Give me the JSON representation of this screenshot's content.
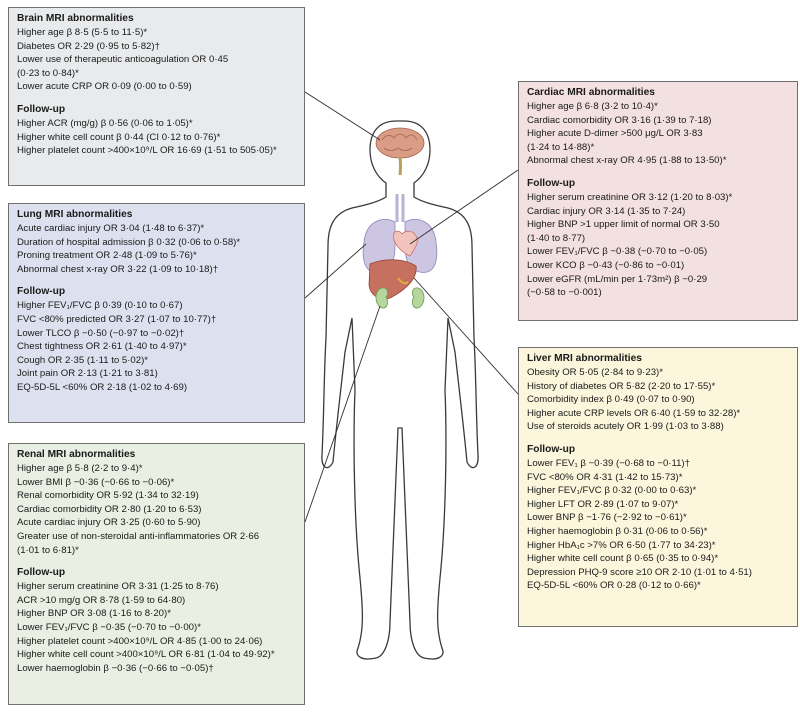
{
  "brain": {
    "title": "Brain MRI abnormalities",
    "items": [
      "Higher age β 8·5 (5·5 to 11·5)*",
      "Diabetes OR 2·29 (0·95 to 5·82)†",
      "Lower use of therapeutic anticoagulation OR 0·45",
      "(0·23 to 0·84)*",
      "Lower acute CRP OR 0·09 (0·00 to 0·59)"
    ],
    "followup_title": "Follow-up",
    "followup": [
      "Higher ACR (mg/g) β 0·56 (0·06 to 1·05)*",
      "Higher white cell count β 0·44 (CI 0·12 to 0·76)*",
      "Higher platelet count >400×10⁹/L OR 16·69 (1·51 to 505·05)*"
    ]
  },
  "lung": {
    "title": "Lung MRI abnormalities",
    "items": [
      "Acute cardiac injury OR 3·04 (1·48 to 6·37)*",
      "Duration of hospital admission β 0·32 (0·06 to 0·58)*",
      "Proning treatment OR 2·48 (1·09 to 5·76)*",
      "Abnormal chest x-ray OR 3·22 (1·09 to 10·18)†"
    ],
    "followup_title": "Follow-up",
    "followup": [
      "Higher FEV₁/FVC β 0·39 (0·10 to 0·67)",
      "FVC <80% predicted OR 3·27 (1·07 to 10·77)†",
      "Lower TLCO β −0·50 (−0·97 to −0·02)†",
      "Chest tightness OR 2·61 (1·40 to 4·97)*",
      "Cough OR 2·35 (1·11 to 5·02)*",
      "Joint pain OR 2·13 (1·21 to 3·81)",
      "EQ-5D-5L <60% OR 2·18 (1·02 to 4·69)"
    ]
  },
  "renal": {
    "title": "Renal MRI abnormalities",
    "items": [
      "Higher age β 5·8 (2·2 to 9·4)*",
      "Lower BMI β −0·36 (−0·66 to −0·06)*",
      "Renal comorbidity OR 5·92 (1·34 to 32·19)",
      "Cardiac comorbidity OR 2·80 (1·20 to 6·53)",
      "Acute cardiac injury OR 3·25 (0·60 to 5·90)",
      "Greater use of non-steroidal anti-inflammatories OR 2·66",
      "(1·01 to 6·81)*"
    ],
    "followup_title": "Follow-up",
    "followup": [
      "Higher serum creatinine OR 3·31 (1·25 to 8·76)",
      "ACR >10 mg/g OR 8·78 (1·59 to 64·80)",
      "Higher BNP OR 3·08 (1·16 to 8·20)*",
      "Lower FEV₁/FVC β −0·35 (−0·70 to −0·00)*",
      "Higher platelet count >400×10⁹/L OR 4·85 (1·00 to 24·06)",
      "Higher white cell count >400×10⁹/L OR 6·81 (1·04 to 49·92)*",
      "Lower haemoglobin β −0·36 (−0·66 to −0·05)†"
    ]
  },
  "cardiac": {
    "title": "Cardiac MRI abnormalities",
    "items": [
      "Higher age β 6·8 (3·2 to 10·4)*",
      "Cardiac comorbidity OR 3·16 (1·39 to 7·18)",
      "Higher acute D-dimer >500 μg/L OR 3·83",
      "(1·24 to 14·88)*",
      "Abnormal chest x-ray OR 4·95 (1·88 to 13·50)*"
    ],
    "followup_title": "Follow-up",
    "followup": [
      "Higher serum creatinine OR 3·12 (1·20 to 8·03)*",
      "Cardiac injury OR 3·14 (1·35 to 7·24)",
      "Higher BNP >1 upper limit of normal OR 3·50",
      "(1·40 to 8·77)",
      "Lower FEV₁/FVC β −0·38 (−0·70 to −0·05)",
      "Lower KCO β −0·43 (−0·86 to −0·01)",
      "Lower eGFR (mL/min per 1·73m²) β −0·29",
      "(−0·58 to −0·001)"
    ]
  },
  "liver": {
    "title": "Liver MRI abnormalities",
    "items": [
      "Obesity OR 5·05 (2·84 to 9·23)*",
      "History of diabetes OR 5·82 (2·20 to 17·55)*",
      "Comorbidity index β 0·49 (0·07 to 0·90)",
      "Higher acute CRP levels OR 6·40 (1·59 to 32·28)*",
      "Use of steroids acutely OR 1·99 (1·03 to 3·88)"
    ],
    "followup_title": "Follow-up",
    "followup": [
      "Lower FEV₁ β −0·39 (−0·68 to −0·11)†",
      "FVC <80% OR 4·31 (1·42 to 15·73)*",
      "Higher FEV₁/FVC β 0·32 (0·00 to 0·63)*",
      "Higher LFT OR 2·89 (1·07 to 9·07)*",
      "Lower BNP β −1·76 (−2·92 to −0·61)*",
      "Higher haemoglobin β 0·31 (0·06 to 0·56)*",
      "Higher HbA₁c >7% OR 6·50 (1·77 to 34·23)*",
      "Higher white cell count β 0·65 (0·35 to 0·94)*",
      "Depression PHQ-9 score ≥10 OR 2·10 (1·01 to 4·51)",
      "EQ-5D-5L <60% OR 0·28 (0·12 to 0·66)*"
    ]
  },
  "colors": {
    "brain_bg": "#e8eaec",
    "lung_bg": "#dde1ef",
    "renal_bg": "#e9efe2",
    "cardiac_bg": "#f3e0e0",
    "liver_bg": "#fcf6dc",
    "brain_organ": "#d9a08a",
    "lung_organ": "#cfc8e4",
    "heart_organ": "#f0c6c0",
    "liver_organ": "#c8766a",
    "kidney_organ": "#b7d8a0"
  }
}
